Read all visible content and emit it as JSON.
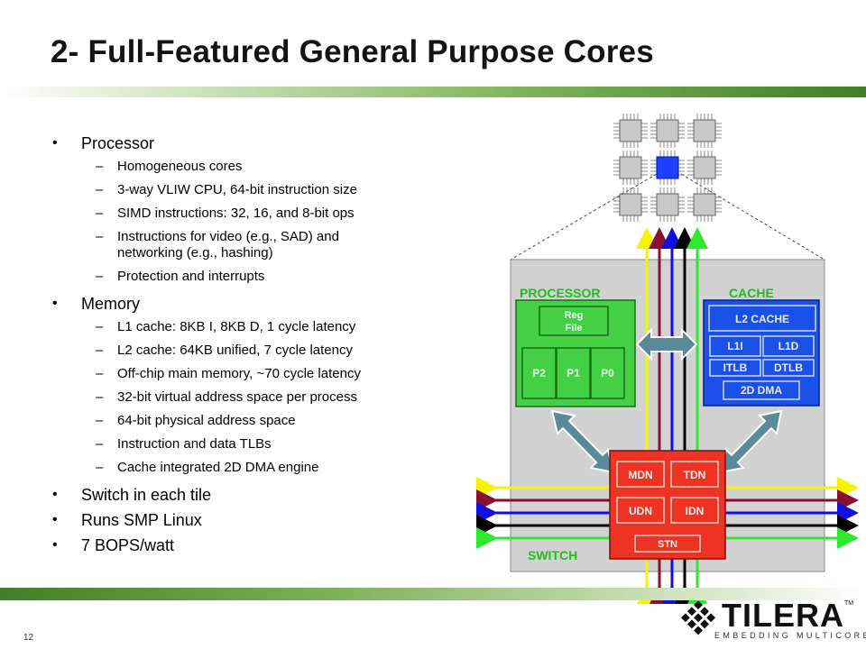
{
  "title": "2- Full-Featured General Purpose Cores",
  "bullets": [
    {
      "text": "Processor",
      "subs": [
        "Homogeneous cores",
        "3-way VLIW CPU, 64-bit instruction size",
        "SIMD instructions:  32, 16, and 8-bit ops",
        "Instructions for video (e.g., SAD) and networking (e.g., hashing)",
        "Protection and interrupts"
      ]
    },
    {
      "text": "Memory",
      "subs": [
        "L1 cache: 8KB I, 8KB D, 1 cycle latency",
        "L2 cache: 64KB unified, 7 cycle latency",
        "Off-chip main memory, ~70 cycle latency",
        "32-bit virtual address space per process",
        "64-bit physical address space",
        "Instruction and data TLBs",
        "Cache integrated 2D DMA engine"
      ]
    },
    {
      "text": "Switch in each tile",
      "subs": []
    },
    {
      "text": "Runs SMP Linux",
      "subs": []
    },
    {
      "text": "7 BOPS/watt",
      "subs": []
    }
  ],
  "diagram": {
    "processor_label": "PROCESSOR",
    "cache_label": "CACHE",
    "switch_label": "SWITCH",
    "reg_file": "Reg File",
    "pipelines": [
      "P2",
      "P1",
      "P0"
    ],
    "l2_cache": "L2 CACHE",
    "l1i": "L1I",
    "l1d": "L1D",
    "itlb": "ITLB",
    "dtlb": "DTLB",
    "dma": "2D DMA",
    "networks": [
      "MDN",
      "TDN",
      "UDN",
      "IDN"
    ],
    "stn": "STN",
    "colors": {
      "yellow": "#f5f500",
      "maroon": "#8b1030",
      "blue": "#1010e0",
      "black": "#000000",
      "green": "#2ee82e",
      "processor": "#33cc33",
      "cache": "#1a4fe8",
      "switch": "#ee3322",
      "tile_highlight": "#1f3fff"
    }
  },
  "page_number": "12",
  "logo": {
    "name": "TILERA",
    "tm": "TM",
    "tagline": "EMBEDDING MULTICORE"
  }
}
